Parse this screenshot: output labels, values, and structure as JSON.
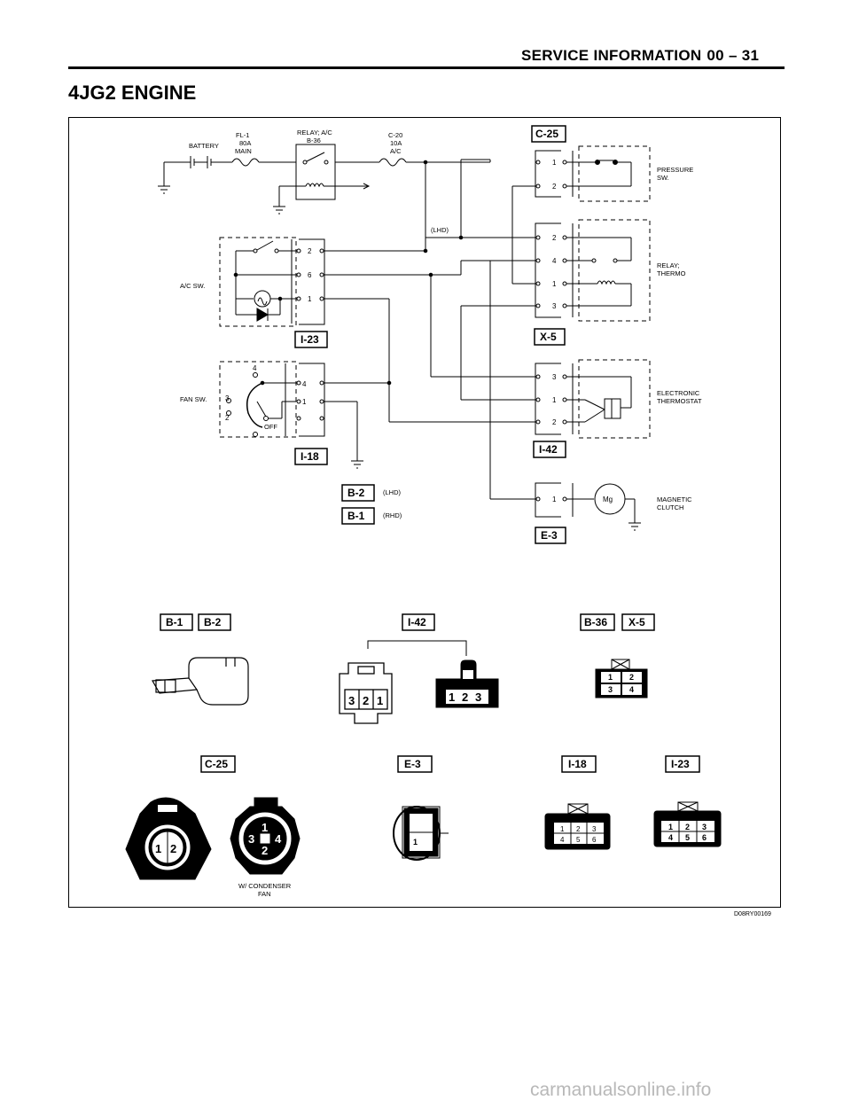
{
  "header": {
    "section": "SERVICE INFORMATION",
    "page": "00 – 31"
  },
  "title": "4JG2 ENGINE",
  "figure_code": "D08RY00169",
  "watermark": "carmanualsonline.info",
  "labels": {
    "battery": "BATTERY",
    "fl1_a": "FL-1",
    "fl1_b": "80A",
    "fl1_c": "MAIN",
    "relay_a": "RELAY; A/C",
    "relay_b": "B-36",
    "c20_a": "C-20",
    "c20_b": "10A",
    "c20_c": "A/C",
    "lhd": "(LHD)",
    "rhd": "(RHD)",
    "acsw": "A/C SW.",
    "fansw": "FAN SW.",
    "off": "OFF",
    "pressure_a": "PRESSURE",
    "pressure_b": "SW.",
    "thermo_a": "RELAY;",
    "thermo_b": "THERMO",
    "elec_a": "ELECTRONIC",
    "elec_b": "THERMOSTAT",
    "mag_a": "MAGNETIC",
    "mag_b": "CLUTCH",
    "mg": "Mg",
    "wcond_a": "W/ CONDENSER",
    "wcond_b": "FAN"
  },
  "connectors": {
    "c25": "C-25",
    "x5": "X-5",
    "i42": "I-42",
    "e3": "E-3",
    "i23": "I-23",
    "i18": "I-18",
    "b2": "B-2",
    "b1": "B-1",
    "b36": "B-36"
  },
  "pins": {
    "c25": [
      "1",
      "2"
    ],
    "x5": [
      "2",
      "4",
      "1",
      "3"
    ],
    "i42": [
      "3",
      "1",
      "2"
    ],
    "e3": [
      "1"
    ],
    "i23": [
      "2",
      "6",
      "1"
    ],
    "i18": [
      "4",
      "1"
    ],
    "fan_positions": [
      "4",
      "3",
      "2"
    ]
  },
  "faces": {
    "i42_left": [
      "3",
      "2",
      "1"
    ],
    "i42_right": [
      "1",
      "2",
      "3"
    ],
    "b36_x5": [
      "1",
      "2",
      "3",
      "4"
    ],
    "c25_left": [
      "1",
      "2"
    ],
    "c25_right": [
      "1",
      "3",
      "4",
      "2"
    ],
    "e3": [
      "1"
    ],
    "i18": [
      "1",
      "2",
      "3",
      "4",
      "5",
      "6"
    ],
    "i23": [
      "1",
      "2",
      "3",
      "4",
      "5",
      "6"
    ]
  }
}
